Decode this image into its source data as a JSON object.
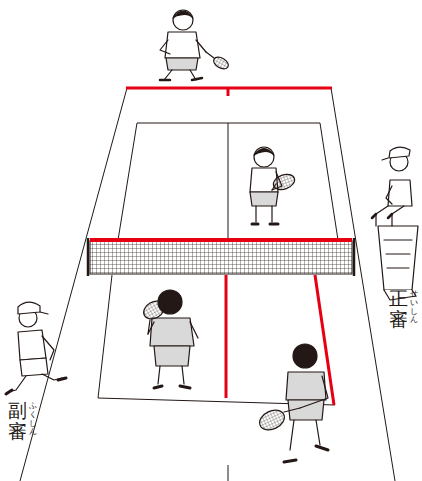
{
  "diagram": {
    "labels": [
      "正審",
      "せいしん",
      "副審",
      "ふくしん"
    ]
  }
}
